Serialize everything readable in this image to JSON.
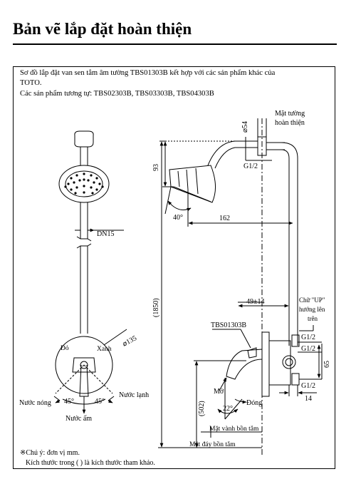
{
  "title": "Bản vẽ lắp đặt hoàn thiện",
  "description": {
    "line1": "Sơ đồ lắp đặt van sen tắm âm tường TBS01303B kết hợp với các sản phẩm khác của",
    "line2": "TOTO.",
    "line3": "Các sản phẩm tương tự: TBS02303B, TBS03303B, TBS04303B"
  },
  "front_view": {
    "pipe_label": "DN15",
    "valve_diameter": "⌀135",
    "hot_label": "Đỏ",
    "cold_label": "Xanh",
    "hot_water": "Nước nóng",
    "cold_water": "Nước lạnh",
    "warm_water": "Nước ấm",
    "angle_left": "45°",
    "angle_right": "45°"
  },
  "side_view": {
    "wall_label_1": "Mặt tường",
    "wall_label_2": "hoàn thiện",
    "arm_diameter": "⌀54",
    "arm_thread": "G1/2",
    "dim_93": "93",
    "head_angle": "40°",
    "dim_162": "162",
    "dim_1850": "(1850)",
    "dim_49": "49±14",
    "up_note_1": "Chữ \"UP\"",
    "up_note_2": "hướng lên",
    "up_note_3": "trên",
    "model": "TBS01303B",
    "thread_1": "G1/2",
    "thread_2": "G1/2",
    "thread_3": "G1/2",
    "dim_65": "65",
    "dim_14": "14",
    "open_label": "Mở",
    "close_label": "Đóng",
    "handle_angle": "22°",
    "dim_502": "(502)",
    "rim_label": "Mặt vành bồn tắm",
    "floor_label": "Mặt đáy bồn tắm"
  },
  "notes": {
    "line1": "※Chú ý: đơn vị mm.",
    "line2": "Kích thước trong ( ) là kích thước tham khảo."
  }
}
